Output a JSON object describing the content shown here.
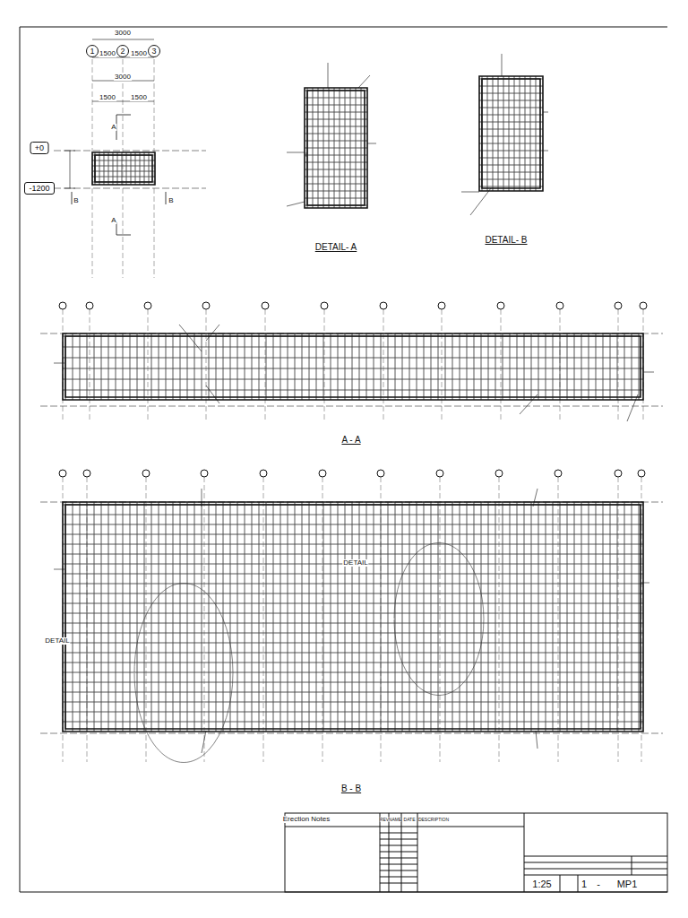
{
  "diagram": {
    "nodes": [
      {
        "text": [
          "1"
        ]
      },
      {
        "text": [
          "2"
        ]
      },
      {
        "text": [
          "3"
        ]
      },
      {
        "text": [
          "+0"
        ]
      },
      {
        "text": [
          "-1200"
        ]
      }
    ],
    "labels": [
      "3000",
      "1500",
      "1500",
      "3000",
      "1500",
      "1500",
      "A",
      "A",
      "B",
      "B",
      "DETAIL- A",
      "DETAIL- B",
      "A - A",
      "B - B",
      "DETAIL",
      "DETAIL",
      "Erection Notes",
      "REV",
      "NAME",
      "DATE",
      "DESCRIPTION",
      "1:25",
      "1",
      "-",
      "MP1"
    ]
  }
}
